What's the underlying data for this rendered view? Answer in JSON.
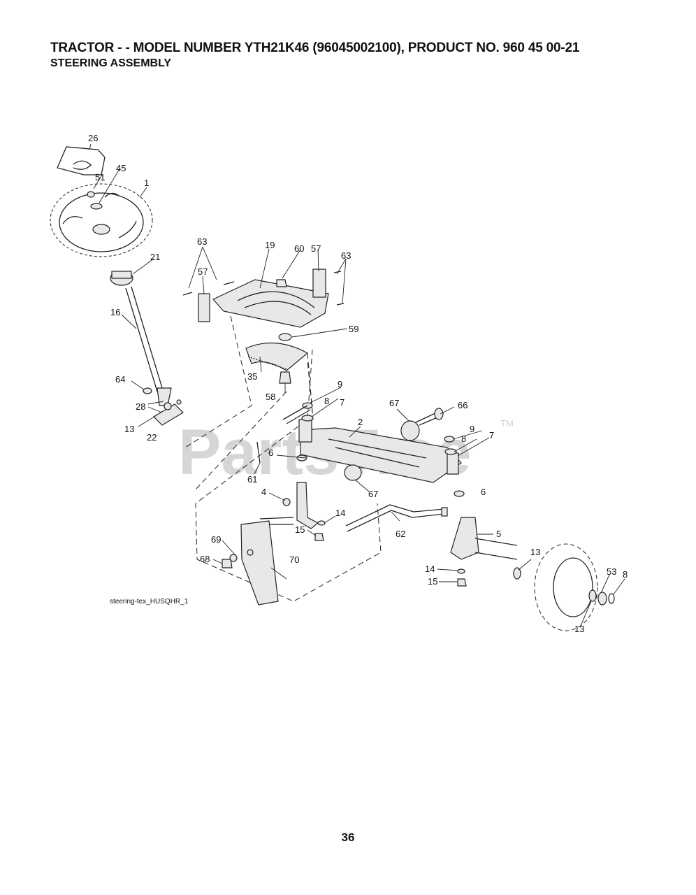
{
  "header": {
    "title": "TRACTOR - - MODEL NUMBER YTH21K46 (96045002100), PRODUCT NO. 960 45 00-21",
    "subtitle": "STEERING ASSEMBLY"
  },
  "diagram": {
    "caption": "steering-tex_HUSQHR_1",
    "watermark": "PartsTree",
    "watermark_tm": "TM",
    "callouts": [
      "26",
      "45",
      "51",
      "1",
      "21",
      "16",
      "64",
      "28",
      "13",
      "22",
      "63",
      "57",
      "19",
      "60",
      "57",
      "63",
      "59",
      "35",
      "58",
      "9",
      "8",
      "7",
      "67",
      "66",
      "2",
      "9",
      "8",
      "7",
      "6",
      "61",
      "6",
      "67",
      "4",
      "14",
      "15",
      "62",
      "5",
      "69",
      "68",
      "70",
      "14",
      "15",
      "13",
      "53",
      "8",
      "13"
    ]
  },
  "footer": {
    "page_number": "36"
  }
}
